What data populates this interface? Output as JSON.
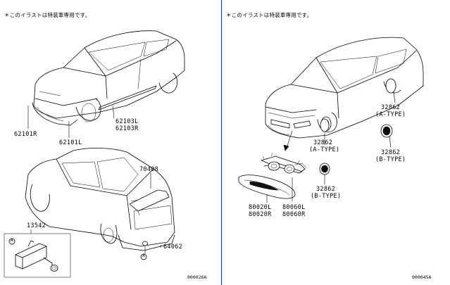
{
  "left_panel": {
    "note": "＊このイラストは特装車専用です。",
    "labels": {
      "p62101R": "62101R",
      "p62101L": "62101L",
      "p62103L": "62103L",
      "p62103R": "62103R",
      "p70408": "70408",
      "p13542": "13542",
      "p64062": "64062"
    },
    "callout_letter": "A",
    "code": "000026A"
  },
  "right_panel": {
    "note": "＊このイラストは特装車専用です。",
    "labels": {
      "p32862_a_top": "32862",
      "type_a_top": "(A-TYPE)",
      "p32862_b_right": "32862",
      "type_b_right": "(B-TYPE)",
      "p32862_a_mid": "32862",
      "type_a_mid": "(A-TYPE)",
      "p32862_b_mid": "32862",
      "type_b_mid": "(B-TYPE)",
      "p80020L": "80020L",
      "p80020R": "80020R",
      "p80060L": "80060L",
      "p80060R": "80060R"
    },
    "code": "000045A"
  },
  "colors": {
    "divider": "#1b2fa3",
    "line": "#000000",
    "background": "#ffffff"
  }
}
